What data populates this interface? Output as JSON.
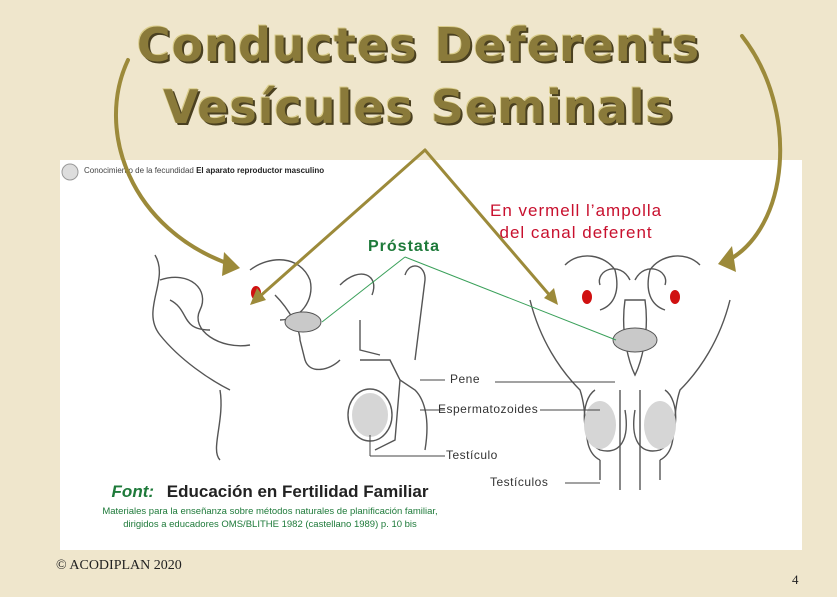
{
  "title": {
    "line1": "Conductes Deferents",
    "line2": "Vesícules Seminals"
  },
  "figure": {
    "header_prefix": "Conocimiento de la fecundidad",
    "header_bold": "El aparato reproductor masculino",
    "red_label": {
      "line1": "En  vermell l’ampolla",
      "line2": "del canal deferent"
    },
    "prostata_label": "Próstata",
    "labels": {
      "pene": "Pene",
      "espermatozoides": "Espermatozoides",
      "testiculo": "Testículo",
      "testiculos": "Testículos"
    }
  },
  "source": {
    "label": "Font:",
    "title": "Educación en Fertilidad Familiar",
    "description": "Materiales para la enseñanza sobre métodos naturales de planificación familiar, dirigidos a educadores OMS/BLITHE 1982 (castellano 1989) p. 10 bis"
  },
  "footer": {
    "copyright": "© ACODIPLAN 2020",
    "page_number": "4"
  },
  "colors": {
    "background": "#efe6cc",
    "title": "#8a7a3a",
    "arrow": "#9c8a3a",
    "red": "#c8102e",
    "green": "#1e7a3a"
  }
}
